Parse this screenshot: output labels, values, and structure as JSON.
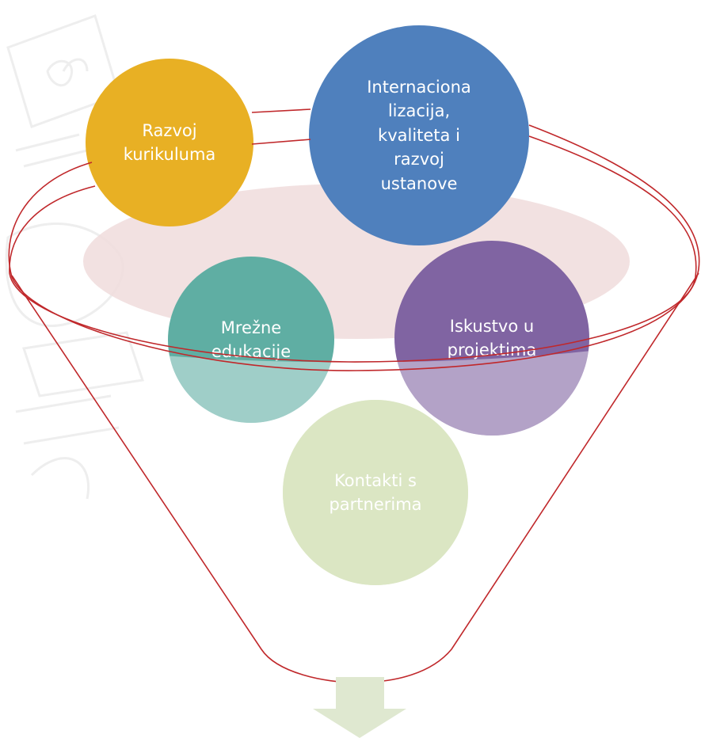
{
  "diagram": {
    "items": [
      {
        "id": "razvoj",
        "label": "Razvoj\nkurikuluma",
        "color": "#e8b024"
      },
      {
        "id": "intl",
        "label": "Internaciona\nlizacija,\nkvaliteta i\nrazvoj\nustanove",
        "color": "#4f80bd"
      },
      {
        "id": "mrezne",
        "label": "Mrežne\nedukacije",
        "color": "#5faea3"
      },
      {
        "id": "iskustvo",
        "label": "Iskustvo u\nprojektima",
        "color": "#8064a2"
      },
      {
        "id": "kontakti",
        "label": "Kontakti s\npartnerima",
        "color": "#c3d69b"
      }
    ],
    "funnel_color": "#c0282b",
    "ellipse_fill": "#f0dcdc",
    "arrow_color": "#dfe8d0"
  }
}
